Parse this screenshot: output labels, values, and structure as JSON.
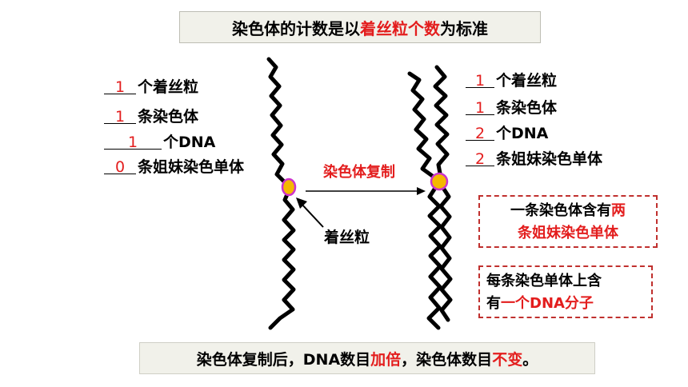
{
  "title": {
    "prefix": "染色体的计数是以",
    "highlight": "着丝粒个数",
    "suffix": "为标准"
  },
  "left_list": [
    {
      "value": "1",
      "label": "个着丝粒"
    },
    {
      "value": "1",
      "label": "条染色体"
    },
    {
      "value": "1",
      "label": "个DNA"
    },
    {
      "value": "0",
      "label": "条姐妹染色单体"
    }
  ],
  "right_list": [
    {
      "value": "1",
      "label": "个着丝粒"
    },
    {
      "value": "1",
      "label": "条染色体"
    },
    {
      "value": "2",
      "label": "个DNA"
    },
    {
      "value": "2",
      "label": "条姐妹染色单体"
    }
  ],
  "arrow_label": "染色体复制",
  "centromere_label": "着丝粒",
  "box1": {
    "line1_prefix": "一条染色体含有",
    "line1_highlight": "两",
    "line2_highlight": "条姐妹染色单体"
  },
  "box2": {
    "line1": "每条染色单体上含",
    "line2_prefix": "有",
    "line2_highlight": "一个DNA分子"
  },
  "bottom": {
    "part1": "染色体复制后，DNA数目",
    "highlight1": "加倍",
    "part2": "，染色体数目",
    "highlight2": "不变",
    "part3": "。"
  },
  "colors": {
    "highlight": "#e31d1d",
    "centromere_fill": "#f5b800",
    "centromere_stroke": "#cc33cc",
    "box_border": "#c0302e"
  }
}
